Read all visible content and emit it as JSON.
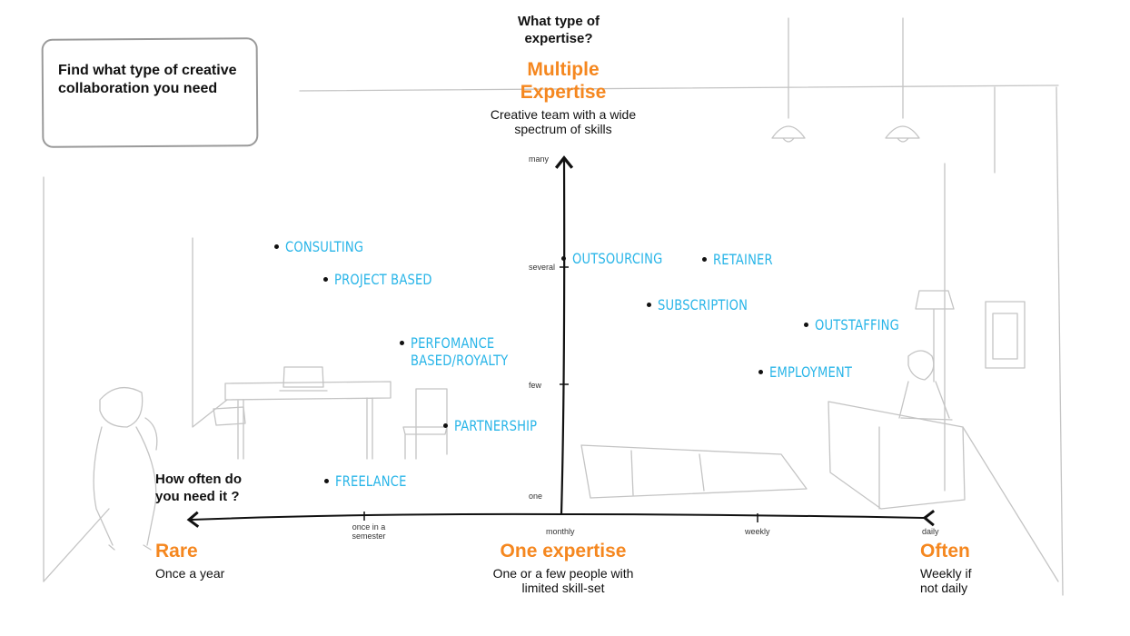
{
  "title": "Find what type of creative collaboration you need",
  "y_axis": {
    "question": "What type of expertise?",
    "top_title": "Multiple Expertise",
    "top_desc": "Creative team with a wide spectrum of skills",
    "bottom_title": "One expertise",
    "bottom_desc": "One or a few people with limited skill-set",
    "ticks": [
      "many",
      "several",
      "few",
      "one"
    ]
  },
  "x_axis": {
    "question": "How often do you need it ?",
    "left_title": "Rare",
    "left_desc": "Once a year",
    "right_title": "Often",
    "right_desc": "Weekly if not daily",
    "ticks": [
      "once in a semester",
      "monthly",
      "weekly",
      "daily"
    ]
  },
  "points": [
    {
      "id": "consulting",
      "label": "CONSULTING"
    },
    {
      "id": "project-based",
      "label": "PROJECT BASED"
    },
    {
      "id": "performance",
      "label": "PERFOMANCE BASED/ROYALTY"
    },
    {
      "id": "partnership",
      "label": "PARTNERSHIP"
    },
    {
      "id": "freelance",
      "label": "FREELANCE"
    },
    {
      "id": "outsourcing",
      "label": "OUTSOURCING"
    },
    {
      "id": "retainer",
      "label": "RETAINER"
    },
    {
      "id": "subscription",
      "label": "SUBSCRIPTION"
    },
    {
      "id": "outstaffing",
      "label": "OUTSTAFFING"
    },
    {
      "id": "employment",
      "label": "EMPLOYMENT"
    }
  ],
  "colors": {
    "accent": "#f5871f",
    "points": "#29b5e8",
    "sketch": "#bdbdbd"
  }
}
